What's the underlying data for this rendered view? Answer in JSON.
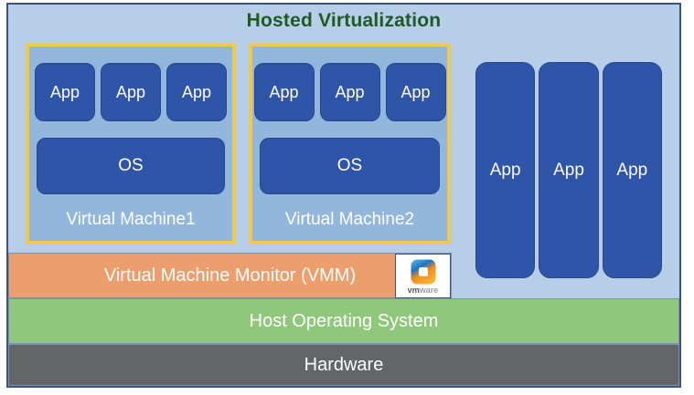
{
  "title": "Hosted Virtualization",
  "virtual_machines": [
    {
      "label": "Virtual Machine1",
      "apps": [
        "App",
        "App",
        "App"
      ],
      "os": "OS"
    },
    {
      "label": "Virtual Machine2",
      "apps": [
        "App",
        "App",
        "App"
      ],
      "os": "OS"
    }
  ],
  "host_apps": [
    "App",
    "App",
    "App"
  ],
  "vmm": {
    "label": "Virtual Machine Monitor (VMM)"
  },
  "vmware_logo": {
    "text_bold": "vm",
    "text_light": "ware"
  },
  "host_os": {
    "label": "Host Operating System"
  },
  "hardware": {
    "label": "Hardware"
  },
  "colors": {
    "canvas_bg": "#b7cee8",
    "outer_border": "#3a5383",
    "vm_bg": "#93b6dd",
    "vm_border": "#efc94e",
    "box_blue": "#2f55a9",
    "vmm_orange": "#ec9e6d",
    "host_os_green": "#8fc87b",
    "hardware_gray": "#646567",
    "title_green": "#1e5b21",
    "label_white": "#ffffff"
  }
}
